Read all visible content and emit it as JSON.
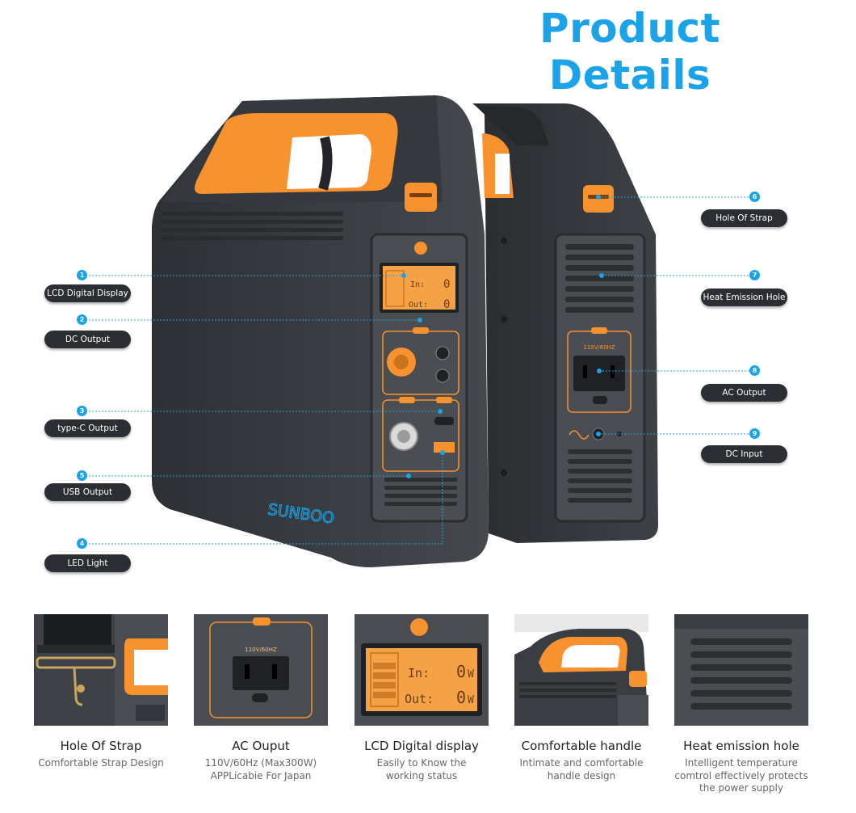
{
  "title": "Product Details",
  "brand": "SUNBOO",
  "lcd": {
    "in_label": "In:",
    "in_value": "0",
    "out_label": "Out:",
    "out_value": "0",
    "unit": "W"
  },
  "ac_panel_label": "110V/60HZ",
  "callouts": [
    {
      "num": "1",
      "label": "LCD Digital Display"
    },
    {
      "num": "2",
      "label": "DC Output"
    },
    {
      "num": "3",
      "label": "type-C Output"
    },
    {
      "num": "5",
      "label": "USB Output"
    },
    {
      "num": "4",
      "label": "LED Light"
    },
    {
      "num": "6",
      "label": "Hole Of Strap"
    },
    {
      "num": "7",
      "label": "Heat Emission Hole"
    },
    {
      "num": "8",
      "label": "AC Output"
    },
    {
      "num": "9",
      "label": "DC Input"
    }
  ],
  "features": [
    {
      "title": "Hole Of Strap",
      "desc1": "Comfortable Strap Design",
      "desc2": "",
      "desc3": ""
    },
    {
      "title": "AC Ouput",
      "desc1": "110V/60Hz (Max300W)",
      "desc2": "APPLicabie For Japan",
      "desc3": ""
    },
    {
      "title": "LCD Digital display",
      "desc1": "Easily to Know the",
      "desc2": "working status",
      "desc3": ""
    },
    {
      "title": "Comfortable handle",
      "desc1": "Intimate and comfortable",
      "desc2": "handle design",
      "desc3": ""
    },
    {
      "title": "Heat emission hole",
      "desc1": "Intelligent temperature",
      "desc2": "comtrol effectively protects",
      "desc3": "the power supply"
    }
  ],
  "colors": {
    "accent": "#1aa3e8",
    "orange": "#f7922f",
    "body": "#3a3d42",
    "pill": "#2b2e33"
  }
}
